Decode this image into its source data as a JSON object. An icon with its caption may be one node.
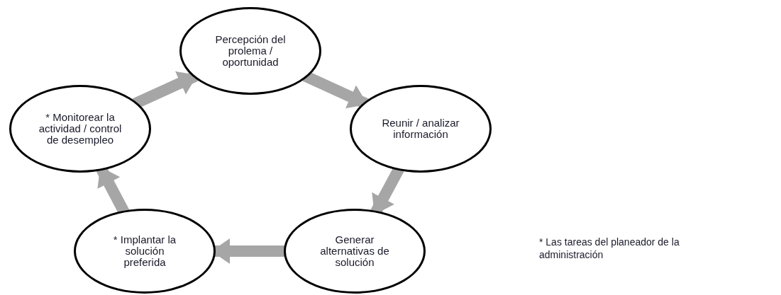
{
  "diagram": {
    "nodes": [
      {
        "text": [
          "Percepción del prolema / oportunidad"
        ]
      },
      {
        "text": [
          "Reunir / analizar información"
        ]
      },
      {
        "text": [
          "Generar alternativas de solución"
        ]
      },
      {
        "text": [
          "* Implantar la solución preferida"
        ]
      },
      {
        "text": [
          "* Monitorear la actividad / control de desempleo"
        ]
      }
    ],
    "edges": [
      {
        "from": 0,
        "to": 1,
        "arrow": "to"
      },
      {
        "from": 1,
        "to": 2,
        "arrow": "to"
      },
      {
        "from": 2,
        "to": 3,
        "arrow": "to"
      },
      {
        "from": 3,
        "to": 4,
        "arrow": "to"
      },
      {
        "from": 4,
        "to": 0,
        "arrow": "to"
      }
    ],
    "labels": [
      "* Las tareas del planeador de la administración"
    ]
  }
}
